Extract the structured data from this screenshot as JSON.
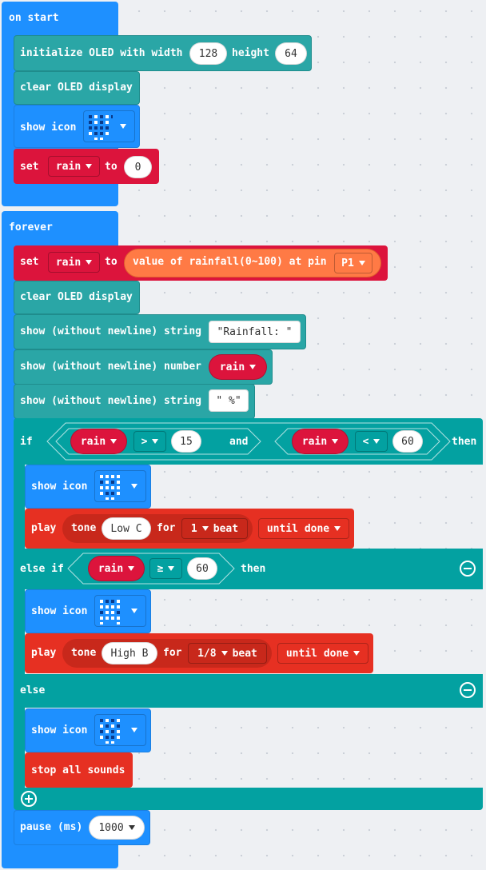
{
  "on_start": {
    "label": "on start",
    "init_oled": {
      "prefix": "initialize OLED with width",
      "width": "128",
      "height_label": "height",
      "height": "64"
    },
    "clear_oled": "clear OLED display",
    "show_icon_label": "show icon",
    "set_label": "set",
    "var_name": "rain",
    "to_label": "to",
    "value": "0"
  },
  "forever": {
    "label": "forever",
    "set_label": "set",
    "var_name": "rain",
    "to_label": "to",
    "rainfall": {
      "label": "value of rainfall(0~100) at pin",
      "pin": "P1"
    },
    "clear_oled": "clear OLED display",
    "show_str_label": "show (without newline) string",
    "string1": "Rainfall: ",
    "show_num_label": "show (without newline) number",
    "num_var": "rain",
    "string2": " %",
    "if_block": {
      "if_label": "if",
      "cond1": {
        "var": "rain",
        "op": ">",
        "value": "15"
      },
      "and_label": "and",
      "cond2": {
        "var": "rain",
        "op": "<",
        "value": "60"
      },
      "then_label": "then",
      "show_icon_label": "show icon",
      "play_label": "play",
      "tone_label": "tone",
      "note1": "Low C",
      "for_label": "for",
      "beat1": "1 ▾ beat",
      "beat1_val": "1",
      "beat_word": "beat",
      "until1": "until done",
      "elseif_label": "else if",
      "cond3": {
        "var": "rain",
        "op": "≥",
        "value": "60"
      },
      "then2_label": "then",
      "note2": "High B",
      "beat2_val": "1/8",
      "until2": "until done",
      "else_label": "else",
      "stop_label": "stop all sounds"
    },
    "pause": {
      "label": "pause (ms)",
      "value": "1000"
    }
  },
  "colors": {
    "event_blue": "#1e90ff",
    "oled_teal": "#2aa6a6",
    "logic_teal": "#03a1a1",
    "variables_red": "#dc143c",
    "music_red": "#e63022",
    "rainfall_orange": "#ff7a45"
  },
  "icons": {
    "on_start_icon": "smile-face-icon",
    "if_icon": "smile-face-icon",
    "elseif_icon": "sad-face-icon",
    "else_icon": "happy-face-icon"
  }
}
